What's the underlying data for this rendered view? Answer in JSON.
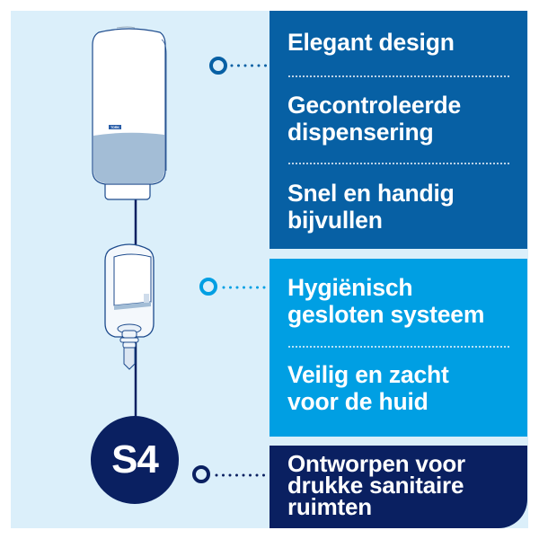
{
  "colors": {
    "background": "#dbeffa",
    "panel_dark_blue": "#0760a4",
    "panel_light_blue": "#009fe3",
    "panel_navy": "#0a2061"
  },
  "illustration": {
    "dispenser_brand": "TORK",
    "badge": "S4"
  },
  "panels": [
    {
      "features": [
        {
          "lines": [
            "Elegant design"
          ]
        },
        {
          "lines": [
            "Gecontroleerde",
            "dispensering"
          ]
        },
        {
          "lines": [
            "Snel en handig",
            "bijvullen"
          ]
        }
      ]
    },
    {
      "features": [
        {
          "lines": [
            "Hygiënisch",
            "gesloten systeem"
          ]
        },
        {
          "lines": [
            "Veilig en zacht",
            "voor de huid"
          ]
        }
      ]
    },
    {
      "features": [
        {
          "lines": [
            "Ontworpen voor",
            "drukke sanitaire",
            "ruimten"
          ]
        }
      ]
    }
  ]
}
